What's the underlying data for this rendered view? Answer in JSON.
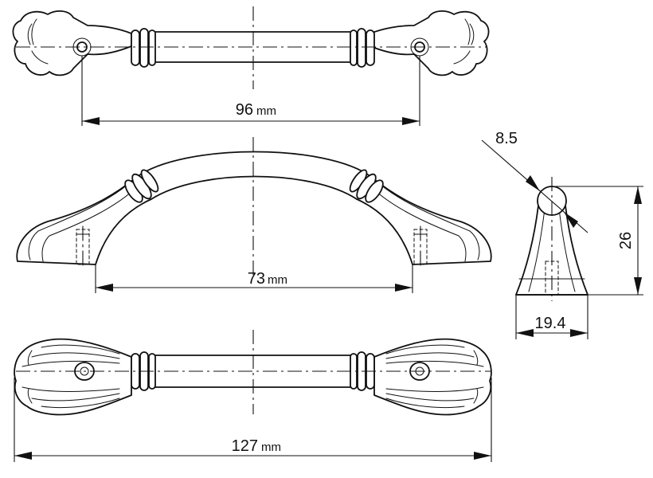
{
  "top_view": {
    "value": "96",
    "unit": "mm"
  },
  "side_view": {
    "value": "73",
    "unit": "mm"
  },
  "bottom_view": {
    "value": "127",
    "unit": "mm"
  },
  "profile_view": {
    "diameter": "8.5",
    "height": "26",
    "base_width": "19.4"
  }
}
